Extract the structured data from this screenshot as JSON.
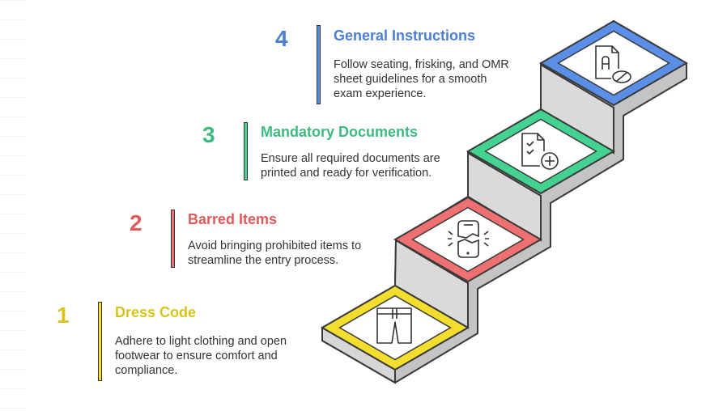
{
  "steps": [
    {
      "number": "1",
      "title": "Dress Code",
      "lines": [
        "Adhere to light clothing and open",
        "footwear to ensure comfort and",
        "compliance."
      ],
      "color": "#d8c31c",
      "frame": "#f3de2e",
      "icon": "shorts-icon"
    },
    {
      "number": "2",
      "title": "Barred Items",
      "lines": [
        "Avoid bringing prohibited items to",
        "streamline the entry process."
      ],
      "color": "#e05a5a",
      "frame": "#ef7070",
      "icon": "broken-phone-icon"
    },
    {
      "number": "3",
      "title": "Mandatory Documents",
      "lines": [
        "Ensure all required documents are",
        "printed and ready for verification."
      ],
      "color": "#3dbb7e",
      "frame": "#43d28f",
      "icon": "document-checklist-icon"
    },
    {
      "number": "4",
      "title": "General Instructions",
      "lines": [
        "Follow seating, frisking, and OMR",
        "sheet guidelines for a smooth",
        "exam experience."
      ],
      "color": "#4a7fd4",
      "frame": "#5b8ee6",
      "icon": "document-pill-icon"
    }
  ]
}
